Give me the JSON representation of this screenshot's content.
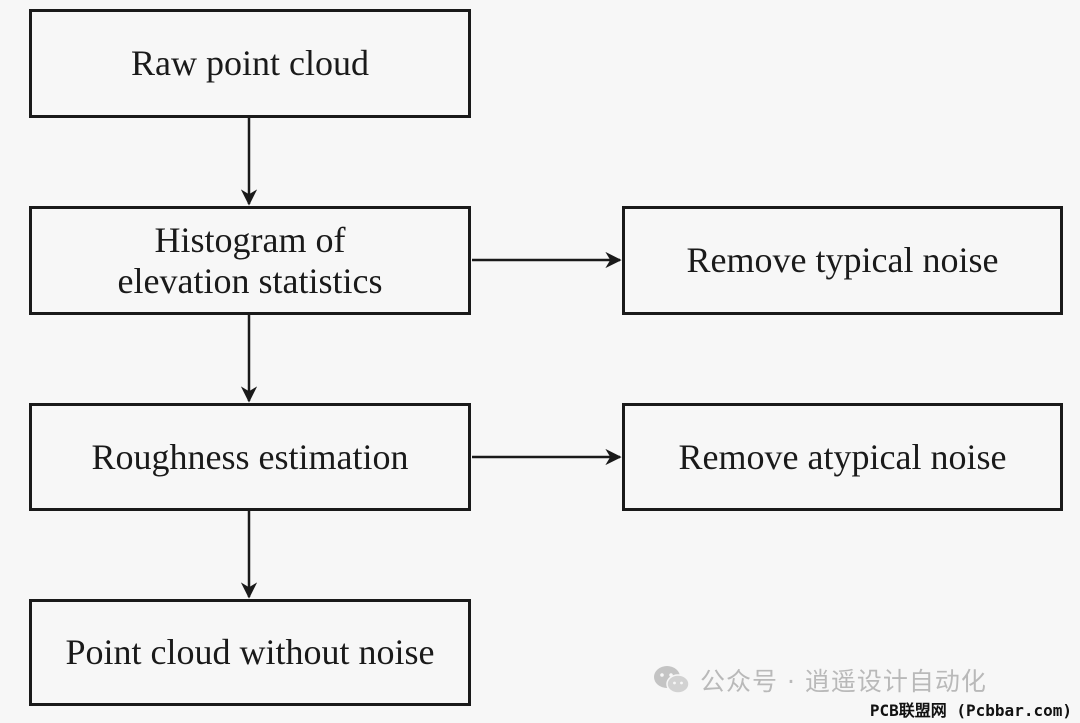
{
  "nodes": {
    "raw": "Raw point cloud",
    "histogram": [
      "Histogram of",
      "elevation statistics"
    ],
    "typical": "Remove typical noise",
    "roughness": "Roughness estimation",
    "atypical": "Remove atypical noise",
    "clean": "Point cloud without noise"
  },
  "watermark": {
    "icon": "wechat-icon",
    "text": "公众号 · 逍遥设计自动化"
  },
  "credit": "PCB联盟网 (Pcbbar.com)",
  "colors": {
    "stroke": "#1a1a1a",
    "background": "#f7f7f7",
    "watermark": "#b9b9b9"
  }
}
